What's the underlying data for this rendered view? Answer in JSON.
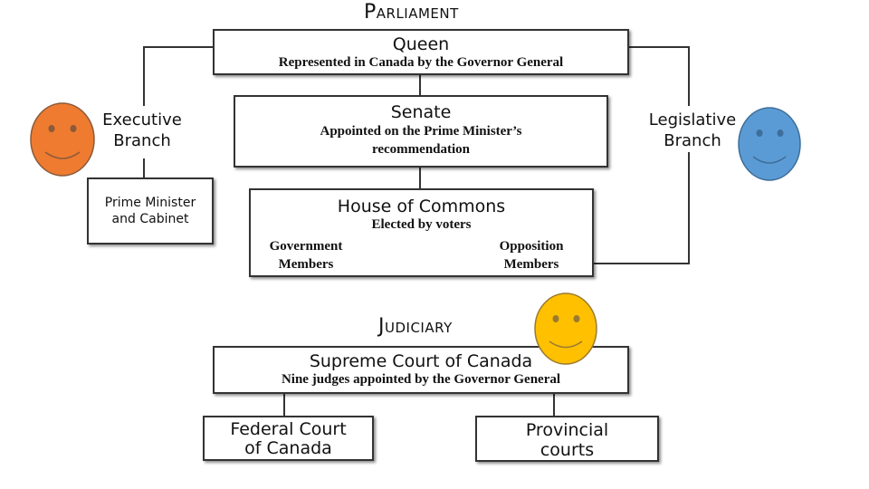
{
  "parliament": {
    "heading": "Parliament",
    "queen": {
      "title": "Queen",
      "subtitle": "Represented in Canada by the Governor General"
    },
    "senate": {
      "title": "Senate",
      "line1": "Appointed on the Prime Minister’s",
      "line2": "recommendation"
    },
    "commons": {
      "title": "House of Commons",
      "subtitle": "Elected by voters",
      "government_line1": "Government",
      "government_line2": "Members",
      "opposition_line1": "Opposition",
      "opposition_line2": "Members"
    },
    "executive": {
      "line1": "Executive",
      "line2": "Branch"
    },
    "legislative": {
      "line1": "Legislative",
      "line2": "Branch"
    },
    "pm": {
      "line1": "Prime Minister",
      "line2": "and Cabinet"
    }
  },
  "judiciary": {
    "heading": "Judiciary",
    "supreme": {
      "title": "Supreme Court of Canada",
      "subtitle": "Nine judges appointed by the Governor General"
    },
    "federal": {
      "line1": "Federal Court",
      "line2": "of Canada"
    },
    "provincial": {
      "line1": "Provincial",
      "line2": "courts"
    }
  },
  "colors": {
    "orange_face": "#EE7B30",
    "blue_face": "#5B9BD5",
    "yellow_face": "#FFC000",
    "line": "#333333"
  },
  "icons": [
    "orange-smiley-face-icon",
    "blue-smiley-face-icon",
    "yellow-smiley-face-icon"
  ]
}
